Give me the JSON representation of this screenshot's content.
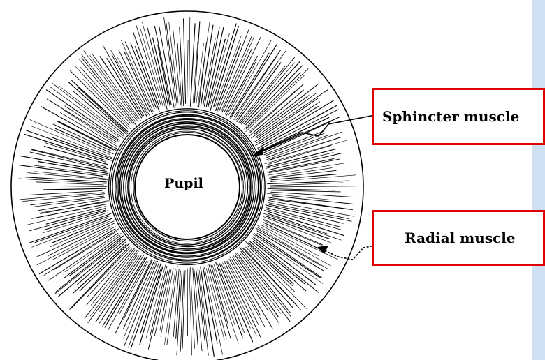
{
  "diagram": {
    "pupil_label": "Pupil",
    "labels": {
      "sphincter": "Sphincter muscle",
      "radial": "Radial muscle"
    },
    "colors": {
      "callout_border": "#e00000",
      "ink": "#000000",
      "edge_strip": "#cfe0f2"
    }
  }
}
